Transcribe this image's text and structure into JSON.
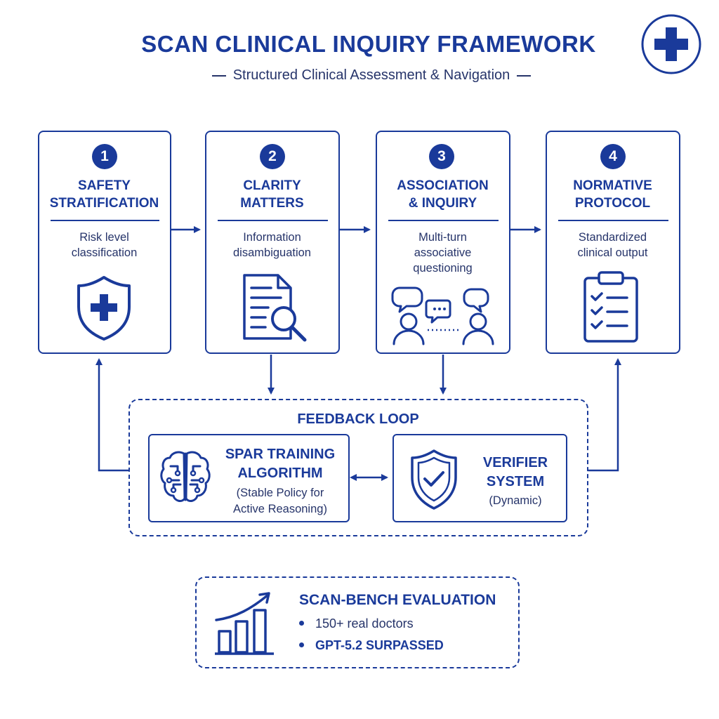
{
  "header": {
    "title": "SCAN CLINICAL INQUIRY FRAMEWORK",
    "subtitle": "Structured Clinical Assessment & Navigation"
  },
  "steps": [
    {
      "num": "1",
      "title": "SAFETY\nSTRATIFICATION",
      "desc": "Risk level\nclassification",
      "icon": "shield-plus-icon"
    },
    {
      "num": "2",
      "title": "CLARITY\nMATTERS",
      "desc": "Information\ndisambiguation",
      "icon": "document-search-icon"
    },
    {
      "num": "3",
      "title": "ASSOCIATION\n& INQUIRY",
      "desc": "Multi-turn\nassociative\nquestioning",
      "icon": "conversation-icon"
    },
    {
      "num": "4",
      "title": "NORMATIVE\nPROTOCOL",
      "desc": "Standardized\nclinical output",
      "icon": "clipboard-checklist-icon"
    }
  ],
  "feedback": {
    "label": "FEEDBACK LOOP",
    "spar": {
      "title": "SPAR TRAINING\nALGORITHM",
      "desc": "(Stable Policy for\nActive Reasoning)",
      "icon": "brain-circuit-icon"
    },
    "verifier": {
      "title": "VERIFIER\nSYSTEM",
      "desc": "(Dynamic)",
      "icon": "shield-check-icon"
    }
  },
  "bench": {
    "title": "SCAN-BENCH EVALUATION",
    "bullets": [
      "150+ real doctors",
      "GPT-5.2 SURPASSED"
    ],
    "icon": "bar-chart-trend-icon"
  },
  "colors": {
    "primary": "#1a3a9a",
    "text": "#26346a",
    "background": "#ffffff"
  }
}
